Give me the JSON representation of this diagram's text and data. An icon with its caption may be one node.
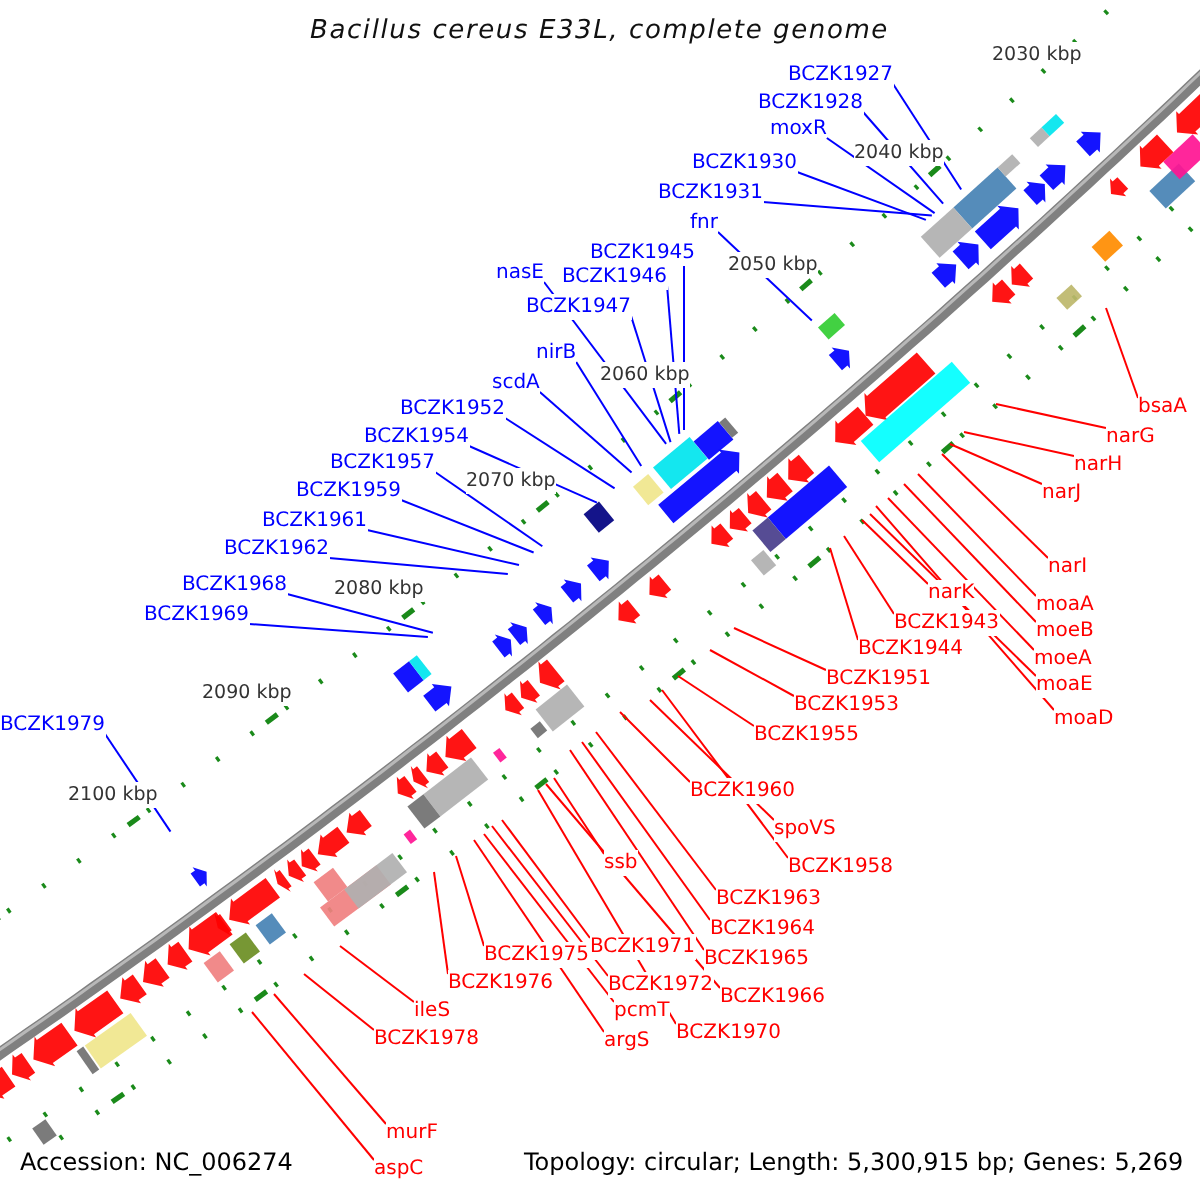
{
  "diagram": {
    "title": "Bacillus cereus E33L, complete genome",
    "nodes": [
      {
        "text": [
          "BCZK1927"
        ]
      },
      {
        "text": [
          "BCZK1928"
        ]
      },
      {
        "text": [
          "moxR"
        ]
      },
      {
        "text": [
          "BCZK1930"
        ]
      },
      {
        "text": [
          "BCZK1931"
        ]
      },
      {
        "text": [
          "fnr"
        ]
      },
      {
        "text": [
          "BCZK1945"
        ]
      },
      {
        "text": [
          "nasE"
        ]
      },
      {
        "text": [
          "BCZK1946"
        ]
      },
      {
        "text": [
          "BCZK1947"
        ]
      },
      {
        "text": [
          "nirB"
        ]
      },
      {
        "text": [
          "scdA"
        ]
      },
      {
        "text": [
          "BCZK1952"
        ]
      },
      {
        "text": [
          "BCZK1954"
        ]
      },
      {
        "text": [
          "BCZK1957"
        ]
      },
      {
        "text": [
          "BCZK1959"
        ]
      },
      {
        "text": [
          "BCZK1961"
        ]
      },
      {
        "text": [
          "BCZK1962"
        ]
      },
      {
        "text": [
          "BCZK1968"
        ]
      },
      {
        "text": [
          "BCZK1969"
        ]
      },
      {
        "text": [
          "BCZK1979"
        ]
      },
      {
        "text": [
          "bsaA"
        ]
      },
      {
        "text": [
          "narG"
        ]
      },
      {
        "text": [
          "narH"
        ]
      },
      {
        "text": [
          "narJ"
        ]
      },
      {
        "text": [
          "narI"
        ]
      },
      {
        "text": [
          "narK"
        ]
      },
      {
        "text": [
          "moaA"
        ]
      },
      {
        "text": [
          "BCZK1943"
        ]
      },
      {
        "text": [
          "moeB"
        ]
      },
      {
        "text": [
          "BCZK1944"
        ]
      },
      {
        "text": [
          "moeA"
        ]
      },
      {
        "text": [
          "BCZK1951"
        ]
      },
      {
        "text": [
          "moaE"
        ]
      },
      {
        "text": [
          "BCZK1953"
        ]
      },
      {
        "text": [
          "moaD"
        ]
      },
      {
        "text": [
          "BCZK1955"
        ]
      },
      {
        "text": [
          "BCZK1960"
        ]
      },
      {
        "text": [
          "spoVS"
        ]
      },
      {
        "text": [
          "ssb"
        ]
      },
      {
        "text": [
          "BCZK1958"
        ]
      },
      {
        "text": [
          "BCZK1963"
        ]
      },
      {
        "text": [
          "BCZK1964"
        ]
      },
      {
        "text": [
          "BCZK1971"
        ]
      },
      {
        "text": [
          "BCZK1975"
        ]
      },
      {
        "text": [
          "BCZK1965"
        ]
      },
      {
        "text": [
          "BCZK1976"
        ]
      },
      {
        "text": [
          "BCZK1972"
        ]
      },
      {
        "text": [
          "BCZK1966"
        ]
      },
      {
        "text": [
          "ileS"
        ]
      },
      {
        "text": [
          "pcmT"
        ]
      },
      {
        "text": [
          "BCZK1978"
        ]
      },
      {
        "text": [
          "BCZK1970"
        ]
      },
      {
        "text": [
          "argS"
        ]
      },
      {
        "text": [
          "murF"
        ]
      },
      {
        "text": [
          "aspC"
        ]
      }
    ],
    "edges": [
      {
        "from": 0,
        "to": null,
        "arrow": "none",
        "color": "#0000ff"
      },
      {
        "from": 1,
        "to": null,
        "arrow": "none",
        "color": "#0000ff"
      },
      {
        "from": 2,
        "to": null,
        "arrow": "none",
        "color": "#0000ff"
      },
      {
        "from": 3,
        "to": null,
        "arrow": "none",
        "color": "#0000ff"
      },
      {
        "from": 4,
        "to": null,
        "arrow": "none",
        "color": "#0000ff"
      },
      {
        "from": 5,
        "to": null,
        "arrow": "none",
        "color": "#0000ff"
      },
      {
        "from": 6,
        "to": null,
        "arrow": "none",
        "color": "#0000ff"
      },
      {
        "from": 7,
        "to": null,
        "arrow": "none",
        "color": "#0000ff"
      },
      {
        "from": 8,
        "to": null,
        "arrow": "none",
        "color": "#0000ff"
      },
      {
        "from": 9,
        "to": null,
        "arrow": "none",
        "color": "#0000ff"
      },
      {
        "from": 10,
        "to": null,
        "arrow": "none",
        "color": "#0000ff"
      },
      {
        "from": 11,
        "to": null,
        "arrow": "none",
        "color": "#0000ff"
      },
      {
        "from": 12,
        "to": null,
        "arrow": "none",
        "color": "#0000ff"
      },
      {
        "from": 13,
        "to": null,
        "arrow": "none",
        "color": "#0000ff"
      },
      {
        "from": 14,
        "to": null,
        "arrow": "none",
        "color": "#0000ff"
      },
      {
        "from": 15,
        "to": null,
        "arrow": "none",
        "color": "#0000ff"
      },
      {
        "from": 16,
        "to": null,
        "arrow": "none",
        "color": "#0000ff"
      },
      {
        "from": 17,
        "to": null,
        "arrow": "none",
        "color": "#0000ff"
      },
      {
        "from": 18,
        "to": null,
        "arrow": "none",
        "color": "#0000ff"
      },
      {
        "from": 19,
        "to": null,
        "arrow": "none",
        "color": "#0000ff"
      },
      {
        "from": 20,
        "to": null,
        "arrow": "none",
        "color": "#0000ff"
      },
      {
        "from": 21,
        "to": null,
        "arrow": "none"
      },
      {
        "from": 22,
        "to": null,
        "arrow": "none"
      },
      {
        "from": 23,
        "to": null,
        "arrow": "none"
      },
      {
        "from": 24,
        "to": null,
        "arrow": "none"
      },
      {
        "from": 25,
        "to": null,
        "arrow": "none"
      },
      {
        "from": 26,
        "to": null,
        "arrow": "none"
      },
      {
        "from": 27,
        "to": null,
        "arrow": "none"
      },
      {
        "from": 28,
        "to": null,
        "arrow": "none"
      },
      {
        "from": 29,
        "to": null,
        "arrow": "none"
      },
      {
        "from": 30,
        "to": null,
        "arrow": "none"
      },
      {
        "from": 31,
        "to": null,
        "arrow": "none"
      },
      {
        "from": 32,
        "to": null,
        "arrow": "none"
      },
      {
        "from": 33,
        "to": null,
        "arrow": "none"
      },
      {
        "from": 34,
        "to": null,
        "arrow": "none"
      },
      {
        "from": 35,
        "to": null,
        "arrow": "none"
      },
      {
        "from": 36,
        "to": null,
        "arrow": "none"
      },
      {
        "from": 37,
        "to": null,
        "arrow": "none"
      },
      {
        "from": 38,
        "to": null,
        "arrow": "none"
      },
      {
        "from": 39,
        "to": null,
        "arrow": "none"
      },
      {
        "from": 40,
        "to": null,
        "arrow": "none"
      },
      {
        "from": 41,
        "to": null,
        "arrow": "none"
      },
      {
        "from": 42,
        "to": null,
        "arrow": "none"
      },
      {
        "from": 43,
        "to": null,
        "arrow": "none"
      },
      {
        "from": 44,
        "to": null,
        "arrow": "none"
      },
      {
        "from": 45,
        "to": null,
        "arrow": "none"
      },
      {
        "from": 46,
        "to": null,
        "arrow": "none"
      },
      {
        "from": 47,
        "to": null,
        "arrow": "none"
      },
      {
        "from": 48,
        "to": null,
        "arrow": "none"
      },
      {
        "from": 49,
        "to": null,
        "arrow": "none"
      },
      {
        "from": 50,
        "to": null,
        "arrow": "none"
      },
      {
        "from": 51,
        "to": null,
        "arrow": "none"
      },
      {
        "from": 52,
        "to": null,
        "arrow": "none"
      },
      {
        "from": 53,
        "to": null,
        "arrow": "none"
      },
      {
        "from": 54,
        "to": null,
        "arrow": "none"
      },
      {
        "from": 55,
        "to": null,
        "arrow": "none"
      }
    ],
    "labels": [
      "2030 kbp",
      "2040 kbp",
      "2050 kbp",
      "2060 kbp",
      "2070 kbp",
      "2080 kbp",
      "2090 kbp",
      "2100 kbp",
      "Accession: NC_006274",
      "Topology: circular; Length: 5,300,915 bp; Genes: 5,269"
    ]
  }
}
